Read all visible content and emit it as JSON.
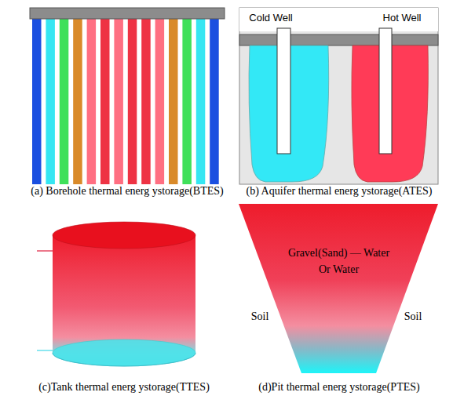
{
  "diagram": {
    "nodes": [
      {
        "text": [
          "Gravel(Sand) — Water Or Water"
        ]
      }
    ],
    "labels": [
      "Cold Well",
      "Hot Well",
      "(a) Borehole thermal energ ystorage(BTES)",
      "(b) Aquifer thermal energ ystorage(ATES)",
      "Soil",
      "Soil",
      "(c)Tank thermal energ ystorage(TTES)",
      "(d)Pit thermal energ ystorage(PTES)"
    ]
  }
}
